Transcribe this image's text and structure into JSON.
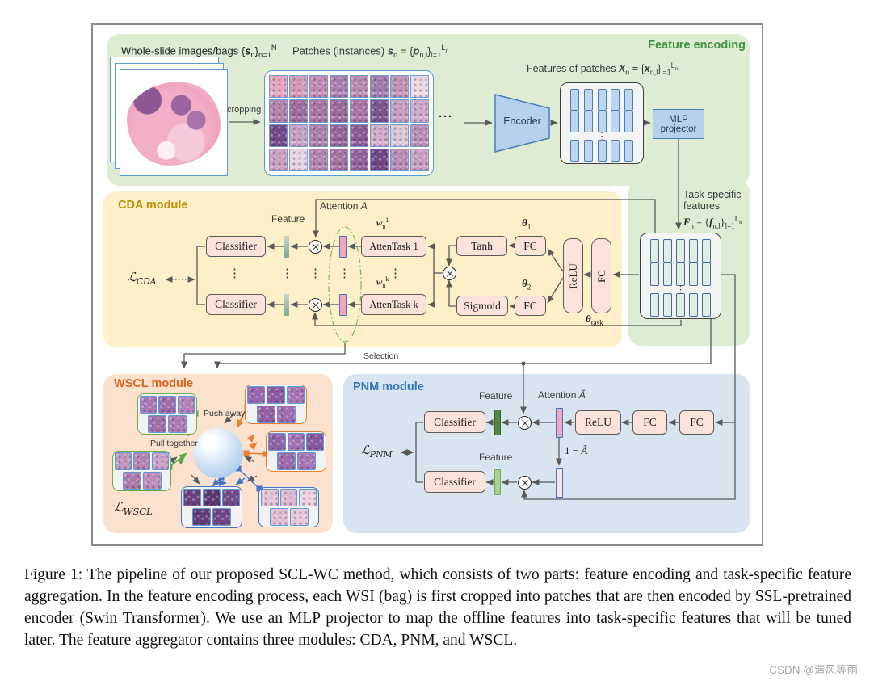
{
  "caption": {
    "text": "Figure 1: The pipeline of our proposed SCL-WC method, which consists of two parts: feature encoding and task-specific feature aggregation. In the feature encoding process, each WSI (bag) is first cropped into patches that are then encoded by SSL-pretrained encoder (Swin Transformer). We use an MLP projector to map the offline features into task-specific features that will be tuned later. The feature aggregator contains three modules: CDA, PNM, and WSCL."
  },
  "watermark": "CSDN @清风等雨",
  "icons": {
    "vdots": "⋮",
    "ellipsis": "···",
    "multiply": "otimes"
  },
  "regions": {
    "feature_encoding": {
      "label": "Feature encoding",
      "color": "#3f9142"
    },
    "cda": {
      "label": "CDA module",
      "color": "#bf9000"
    },
    "wscl": {
      "label": "WSCL module",
      "color": "#e2621b"
    },
    "pnm": {
      "label": "PNM module",
      "color": "#2e75b6"
    }
  },
  "top": {
    "wsi_label_html": "Whole-slide images/bags {<i><b>s</b></i><sub>n</sub>}<sub>n=1</sub><sup>N</sup>",
    "patches_label_html": "Patches (instances) <i><b>s</b></i><sub>n</sub> = {<i><b>p</b></i><sub>n,l</sub>}<sub>l=1</sub><sup>L<sub>n</sub></sup>",
    "cropping": "cropping",
    "ellipsis": "···",
    "encoder": "Encoder",
    "features_label_html": "Features of patches <i><b>X</b></i><sub>n</sub> = {<i><b>x</b></i><sub>n,l</sub>}<sub>l=1</sub><sup>L<sub>n</sub></sup>",
    "mlp": "MLP projector",
    "task_label": "Task-specific features",
    "task_math_html": "<i><b>F</b></i><sub>n</sub> = {<i><b>f</b></i><sub>n,l</sub>}<sub>l=1</sub><sup>L<sub>n</sub></sup>",
    "patch_colors": [
      "#e3a8bc",
      "#d79bb3",
      "#c38cae",
      "#a97fb0",
      "#bb8bb2",
      "#a37cab",
      "#c393b8",
      "#ead9e2",
      "#b583ab",
      "#a06e9d",
      "#aa76a3",
      "#9b6b9b",
      "#ab77a4",
      "#7e5590",
      "#c79fc0",
      "#d0aac8",
      "#714a86",
      "#c9a3c3",
      "#b080aa",
      "#96659a",
      "#8a5c93",
      "#d2aec9",
      "#e0c8da",
      "#bb90b4",
      "#c8a2c2",
      "#e6d4e0",
      "#b285ac",
      "#a673a2",
      "#92629a",
      "#6f4784",
      "#b98eb3",
      "#c9a0c0"
    ]
  },
  "cda": {
    "attention_html": "Attention <i>A</i>",
    "feature": "Feature",
    "classifier": "Classifier",
    "loss_html": "ℒ<sub>CDA</sub>",
    "atten_task_1": "AttenTask 1",
    "atten_task_k": "AttenTask k",
    "w1_html": "<i><b>w</b></i><sub>n</sub><sup>1</sup>",
    "wk_html": "<i><b>w</b></i><sub>n</sub><sup>k</sup>",
    "tanh": "Tanh",
    "sigmoid": "Sigmoid",
    "fc": "FC",
    "relu": "ReLU",
    "theta1_html": "<b><i>θ</i></b><sub>1</sub>",
    "theta2_html": "<b><i>θ</i></b><sub>2</sub>",
    "theta_task_html": "<b><i>θ</i></b><sub>task</sub>",
    "selection": "Selection"
  },
  "pnm": {
    "feature_top": "Feature",
    "feature_bottom": "Feature",
    "attention_html": "Attention <i>Ã</i>",
    "classifier": "Classifier",
    "relu": "ReLU",
    "fc1": "FC",
    "fc2": "FC",
    "one_minus_html": "1 − <i>Ã</i>",
    "loss_html": "ℒ<sub>PNM</sub>"
  },
  "wscl": {
    "push_away": "Push away",
    "pull_together": "Pull together",
    "loss_html": "ℒ<sub>WSCL</sub>",
    "groups": [
      {
        "border": "green",
        "colors": [
          "#ab79b2",
          "#9f6ca7",
          "#b484ba",
          "#a471ab",
          "#ae7cb4"
        ]
      },
      {
        "border": "green",
        "colors": [
          "#c497c0",
          "#b787b4",
          "#cba3c8",
          "#ad7aa9",
          "#bf8fbb"
        ]
      },
      {
        "border": "orange",
        "colors": [
          "#9a67ae",
          "#8d5aa2",
          "#a876b8",
          "#9560a8",
          "#a06eb0"
        ]
      },
      {
        "border": "orange",
        "colors": [
          "#9163a8",
          "#a273b4",
          "#8a579e",
          "#9d6cae",
          "#a979b8"
        ]
      },
      {
        "border": "blue",
        "colors": [
          "#68407f",
          "#5c3673",
          "#744b8a",
          "#633d7a",
          "#6f4585"
        ]
      },
      {
        "border": "blue",
        "colors": [
          "#e5c4d6",
          "#dfbace",
          "#eed3e0",
          "#e2bfd2",
          "#e8cada"
        ]
      }
    ]
  },
  "matrices": {
    "features": {
      "bar_class": "bar-blue",
      "cols": 5
    },
    "task": {
      "bar_class": "bar-green",
      "cols": 5
    }
  }
}
